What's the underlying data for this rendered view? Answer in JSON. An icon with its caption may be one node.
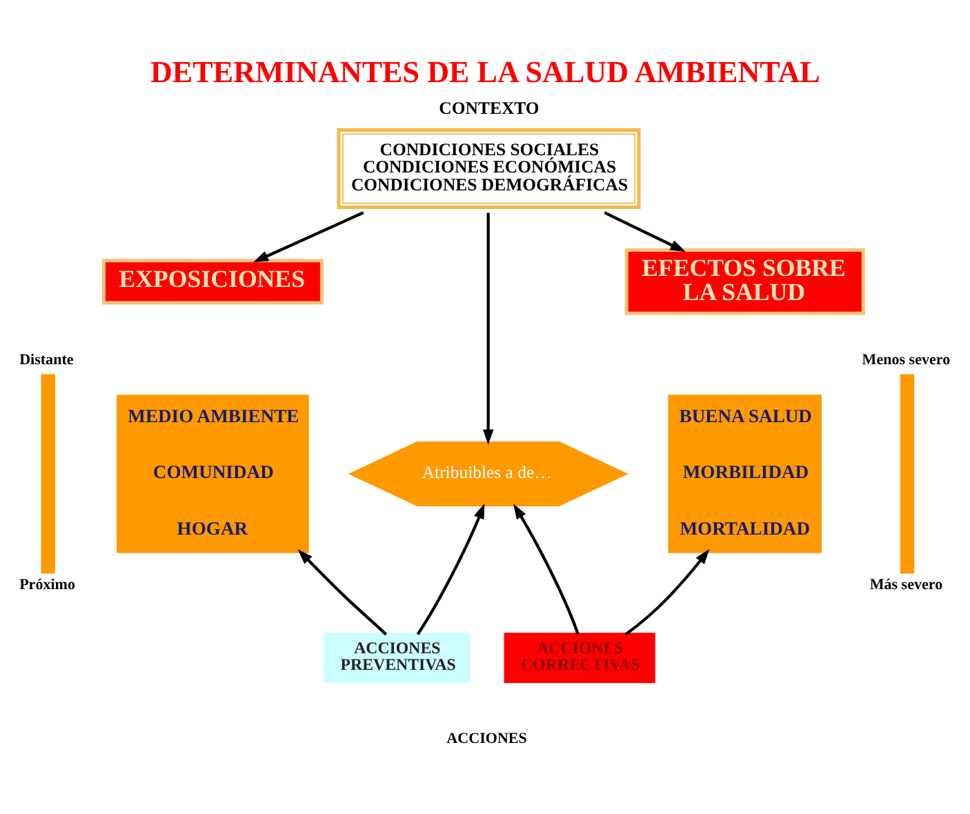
{
  "diagram": {
    "title": "DETERMINANTES DE LA SALUD AMBIENTAL",
    "nodes": [
      {
        "text": [
          "CONTEXTO",
          "CONDICIONES SOCIALES",
          "CONDICIONES ECONÓMICAS",
          "CONDICIONES DEMOGRÁFICAS"
        ]
      },
      {
        "text": [
          "EXPOSICIONES"
        ]
      },
      {
        "text": [
          "EFECTOS SOBRE LA SALUD"
        ]
      },
      {
        "text": [
          "MEDIO AMBIENTE",
          "COMUNIDAD",
          "HOGAR"
        ]
      },
      {
        "text": [
          "Atribuibles a de…"
        ]
      },
      {
        "text": [
          "BUENA SALUD",
          "MORBILIDAD",
          "MORTALIDAD"
        ]
      },
      {
        "text": [
          "ACCIONES PREVENTIVAS"
        ]
      },
      {
        "text": [
          "ACCIONES CORRECTIVAS"
        ]
      }
    ],
    "edges": [
      {
        "from": 0,
        "to": 1,
        "arrow": "to"
      },
      {
        "from": 0,
        "to": 2,
        "arrow": "to"
      },
      {
        "from": 0,
        "to": 4,
        "arrow": "to"
      },
      {
        "from": 6,
        "to": 3,
        "arrow": "to"
      },
      {
        "from": 6,
        "to": 4,
        "arrow": "to"
      },
      {
        "from": 7,
        "to": 4,
        "arrow": "to"
      },
      {
        "from": 7,
        "to": 5,
        "arrow": "to"
      }
    ],
    "labels": [
      "Distante",
      "Menos severo",
      "Próximo",
      "Más severo",
      "ACCIONES"
    ]
  }
}
